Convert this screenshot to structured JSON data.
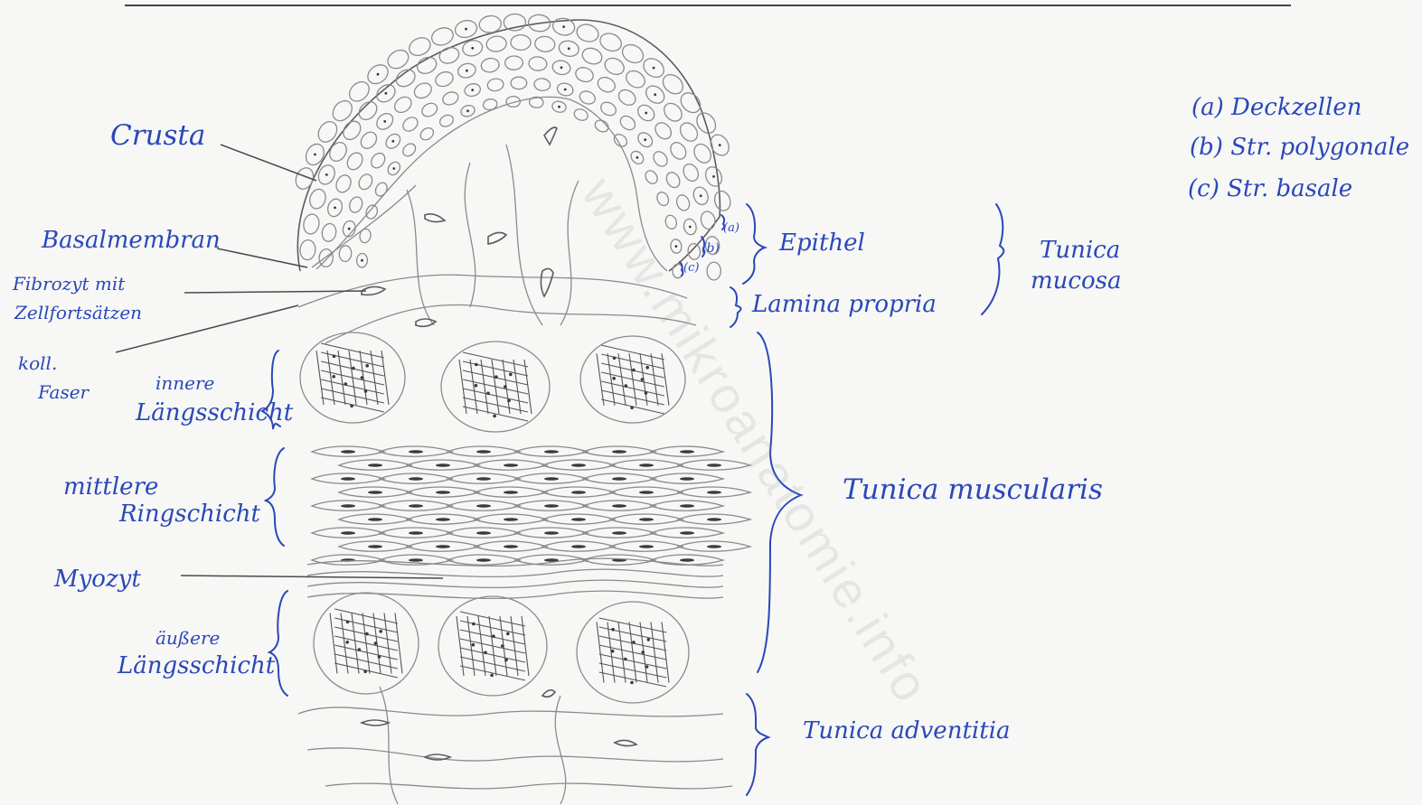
{
  "labels": {
    "crusta": "Crusta",
    "basalmembran": "Basalmembran",
    "fibrozyt_line1": "Fibrozyt mit",
    "fibrozyt_line2": "Zellfortsätzen",
    "koll_line1": "koll.",
    "koll_line2": "Faser",
    "innere_line1": "innere",
    "innere_line2": "Längsschicht",
    "mittlere_line1": "mittlere",
    "mittlere_line2": "Ringschicht",
    "myozyt": "Myozyt",
    "aeussere_line1": "äußere",
    "aeussere_line2": "Längsschicht",
    "epithel": "Epithel",
    "lamina_propria": "Lamina propria",
    "tunica_mucosa_line1": "Tunica",
    "tunica_mucosa_line2": "mucosa",
    "tunica_muscularis": "Tunica muscularis",
    "tunica_adventitia": "Tunica adventitia",
    "layer_a": "(a)",
    "layer_b": "(b)",
    "layer_c": "(c)"
  },
  "legend": {
    "a": "(a) Deckzellen",
    "b": "(b) Str. polygonale",
    "c": "(c) Str. basale"
  },
  "watermark": "www.mikroanatomie.info",
  "colors": {
    "ink": "#2a48b8",
    "pencil": "#8b8b8b",
    "paper": "#f7f7f6"
  }
}
